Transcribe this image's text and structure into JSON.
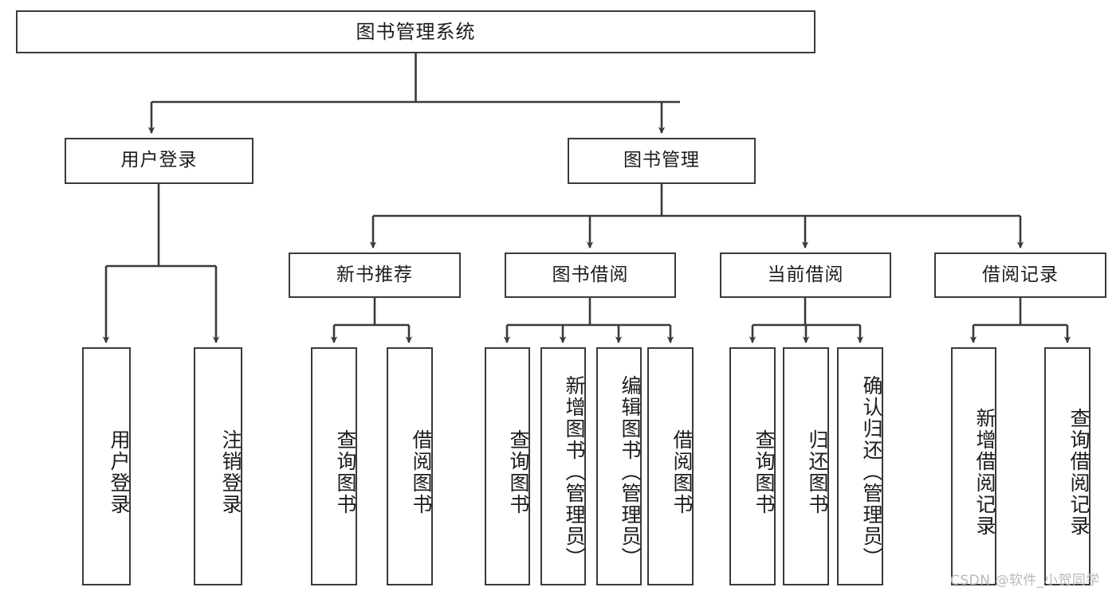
{
  "diagram": {
    "title": "图书管理系统",
    "watermark": "CSDN @软件_小贺同学",
    "colors": {
      "stroke": "#3a3a3a",
      "text": "#1c1c1c",
      "background": "#ffffff",
      "watermark": "#b9b9b9"
    },
    "root": {
      "label": "图书管理系统"
    },
    "level2": [
      {
        "label": "用户登录"
      },
      {
        "label": "图书管理"
      }
    ],
    "level3": [
      {
        "label": "新书推荐"
      },
      {
        "label": "图书借阅"
      },
      {
        "label": "当前借阅"
      },
      {
        "label": "借阅记录"
      }
    ],
    "leaves": {
      "user_login": [
        {
          "label": "用户登录"
        },
        {
          "label": "注销登录"
        }
      ],
      "new_book": [
        {
          "label": "查询图书"
        },
        {
          "label": "借阅图书"
        }
      ],
      "book_borrow": [
        {
          "label": "查询图书"
        },
        {
          "label": "新增图书（管理员）"
        },
        {
          "label": "编辑图书（管理员）"
        },
        {
          "label": "借阅图书"
        }
      ],
      "current_borrow": [
        {
          "label": "查询图书"
        },
        {
          "label": "归还图书"
        },
        {
          "label": "确认归还（管理员）"
        }
      ],
      "borrow_record": [
        {
          "label": "新增借阅记录"
        },
        {
          "label": "查询借阅记录"
        }
      ]
    }
  }
}
